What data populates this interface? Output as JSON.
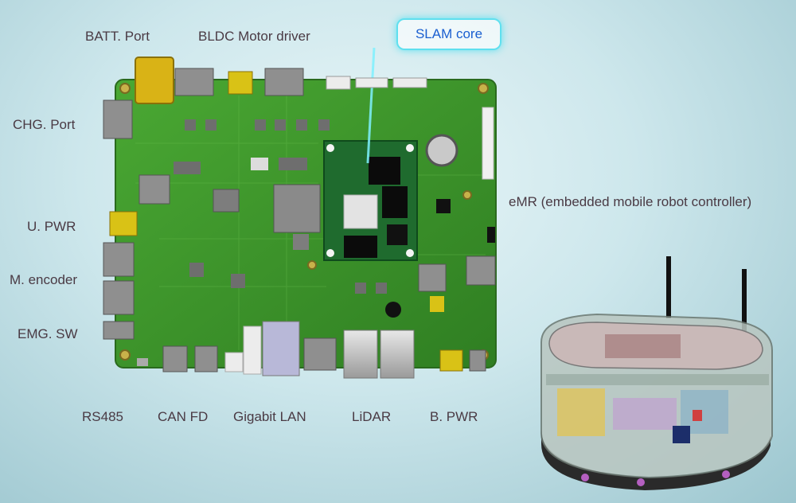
{
  "labels": {
    "batt_port": "BATT. Port",
    "bldc_motor_driver": "BLDC Motor driver",
    "slam_core": "SLAM core",
    "chg_port": "CHG. Port",
    "u_pwr": "U. PWR",
    "m_encoder": "M. encoder",
    "emg_sw": "EMG. SW",
    "emr": "eMR (embedded mobile robot controller)",
    "rs485": "RS485",
    "can_fd": "CAN FD",
    "gigabit_lan": "Gigabit LAN",
    "lidar": "LiDAR",
    "b_pwr": "B. PWR"
  },
  "colors": {
    "pcb_green": "#3f9a2c",
    "label_text": "#4a3a44",
    "slam_text": "#1a5fd0",
    "slam_glow": "#5fe0ef"
  }
}
